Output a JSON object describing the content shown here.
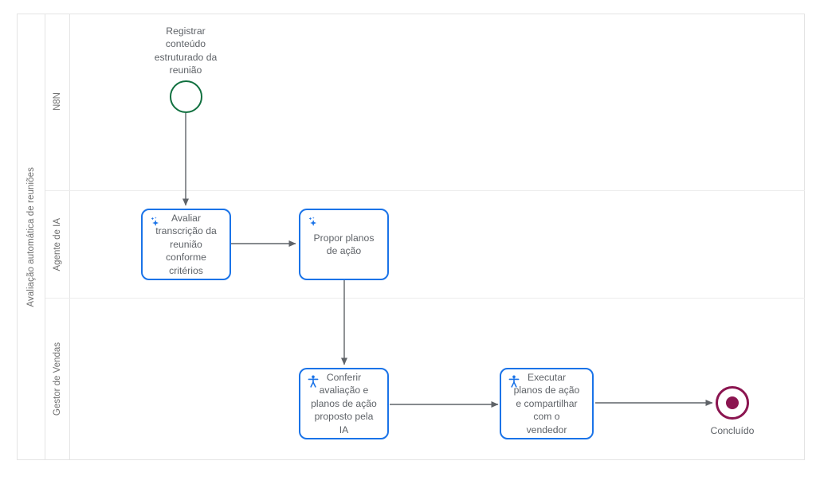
{
  "diagram": {
    "type": "bpmn-process",
    "pool_title": "Avaliação automática de reuniões",
    "lanes": [
      {
        "id": "lane-n8n",
        "label": "N8N"
      },
      {
        "id": "lane-agente-ia",
        "label": "Agente de IA"
      },
      {
        "id": "lane-gestor-vendas",
        "label": "Gestor de Vendas"
      }
    ],
    "nodes": [
      {
        "id": "start-1",
        "kind": "start-event",
        "lane": "N8N",
        "label": "Registrar\nconteúdo\nestruturado da\nreunião",
        "color": "#10703f"
      },
      {
        "id": "task-1",
        "kind": "service-task",
        "lane": "Agente de IA",
        "icon": "ai-sparkle-icon",
        "label": "Avaliar\ntranscrição da\nreunião\nconforme\ncritérios",
        "color": "#1a73e8"
      },
      {
        "id": "task-2",
        "kind": "service-task",
        "lane": "Agente de IA",
        "icon": "ai-sparkle-icon",
        "label": "Propor planos\nde ação",
        "color": "#1a73e8"
      },
      {
        "id": "task-3",
        "kind": "user-task",
        "lane": "Gestor de Vendas",
        "icon": "user-person-icon",
        "label": "Conferir\navaliação e\nplanos de ação\nproposto pela\nIA",
        "color": "#1a73e8"
      },
      {
        "id": "task-4",
        "kind": "user-task",
        "lane": "Gestor de Vendas",
        "icon": "user-person-icon",
        "label": "Executar\nplanos de ação\ne compartilhar\ncom o\nvendedor",
        "color": "#1a73e8"
      },
      {
        "id": "end-1",
        "kind": "end-event",
        "lane": "Gestor de Vendas",
        "label": "Concluído",
        "color": "#8b1550"
      }
    ],
    "flows": [
      {
        "id": "flow-1",
        "from": "start-1",
        "to": "task-1",
        "label": ""
      },
      {
        "id": "flow-2",
        "from": "task-1",
        "to": "task-2",
        "label": ""
      },
      {
        "id": "flow-3",
        "from": "task-2",
        "to": "task-3",
        "label": ""
      },
      {
        "id": "flow-4",
        "from": "task-3",
        "to": "task-4",
        "label": ""
      },
      {
        "id": "flow-5",
        "from": "task-4",
        "to": "end-1",
        "label": ""
      }
    ],
    "colors": {
      "task_border": "#1a73e8",
      "start_border": "#10703f",
      "end_border": "#8b1550",
      "connector": "#5f6368",
      "lane_border": "#e4e4e4",
      "text": "#5f6368",
      "background": "#ffffff"
    }
  }
}
